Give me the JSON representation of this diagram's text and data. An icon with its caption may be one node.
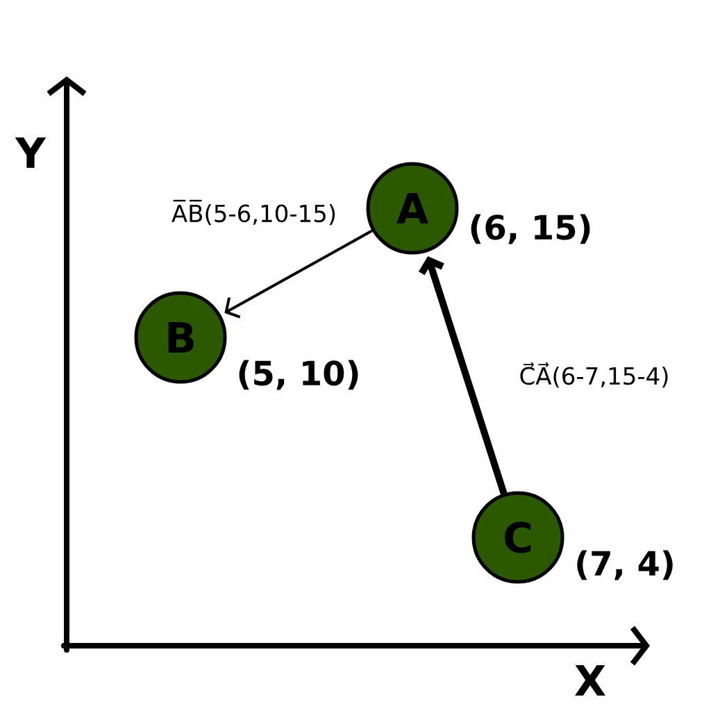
{
  "diagram": {
    "nodes": [
      {
        "text": [
          "A"
        ],
        "beside": [
          "(6, 15)"
        ]
      },
      {
        "text": [
          "B"
        ],
        "beside": [
          "(5, 10)"
        ]
      },
      {
        "text": [
          "C"
        ],
        "beside": [
          "(7, 4)"
        ]
      }
    ],
    "edges": [
      {
        "from": 0,
        "to": 1,
        "arrow": "to",
        "label": "A̅B̅(5-6,10-15)"
      },
      {
        "from": 2,
        "to": 0,
        "arrow": "to",
        "label": "C⃗A⃗(6-7,15-4)",
        "style": "thick"
      }
    ],
    "labels": [
      "Y",
      "X"
    ]
  }
}
